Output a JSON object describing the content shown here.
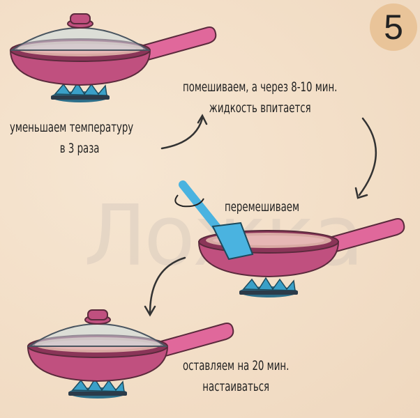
{
  "step_number": "5",
  "watermark": "Ложка",
  "steps": {
    "reduce_heat": [
      "уменьшаем температуру",
      "в 3 раза"
    ],
    "stir_wait": [
      "помешиваем, а через 8-10 мин.",
      "жидкость впитается"
    ],
    "stir": "перемешиваем",
    "rest": [
      "оставляем на 20 мин.",
      "настаиваться"
    ]
  },
  "colors": {
    "pan": "#c0507f",
    "handle": "#e0689b",
    "flame": "#3aa0c8",
    "spatula": "#4ab3e0",
    "step_circle": "#e9c499"
  }
}
